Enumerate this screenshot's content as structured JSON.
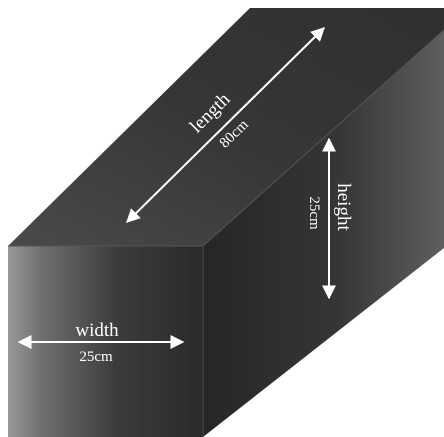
{
  "diagram": {
    "colors": {
      "background": "#ffffff",
      "front_face_light": "#9a9a9a",
      "front_face_dark": "#2a2a2a",
      "top_face": "#3a3a3a",
      "side_face_light": "#5e5e5e",
      "side_face_dark": "#262626",
      "annotation": "#ffffff"
    },
    "dimensions": {
      "length": {
        "name": "length",
        "value": "80cm"
      },
      "height": {
        "name": "height",
        "value": "25cm"
      },
      "width": {
        "name": "width",
        "value": "25cm"
      }
    }
  }
}
